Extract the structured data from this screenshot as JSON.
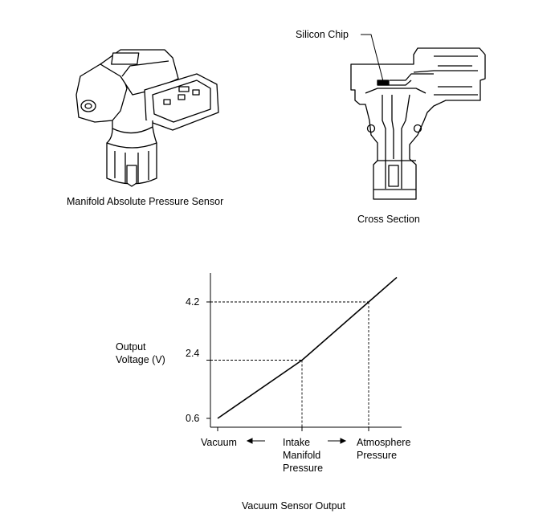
{
  "sensor_caption": "Manifold Absolute Pressure Sensor",
  "cross_section_caption": "Cross Section",
  "silicon_chip_label": "Silicon Chip",
  "figure_caption": "Vacuum Sensor Output",
  "chart_data": {
    "type": "line",
    "ylabel": "Output\nVoltage (V)",
    "y_ticks": [
      "4.2",
      "2.4",
      "0.6"
    ],
    "x_ticks": [
      "Vacuum",
      "Intake\nManifold\nPressure",
      "Atmosphere\nPressure"
    ],
    "series": [
      {
        "points": [
          {
            "x": "Vacuum",
            "y": 0.6
          },
          {
            "x": "Intake Manifold Pressure",
            "y": 2.4
          },
          {
            "x": "Atmosphere Pressure",
            "y": 4.2
          }
        ]
      }
    ],
    "reference_lines": [
      {
        "x": "Intake Manifold Pressure",
        "y": 2.4
      },
      {
        "x": "Atmosphere Pressure",
        "y": 4.2
      }
    ]
  }
}
